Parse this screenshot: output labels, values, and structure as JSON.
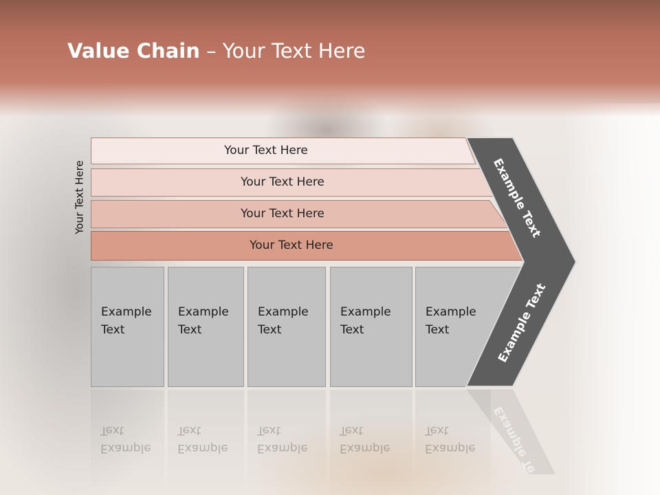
{
  "slide": {
    "title_bold": "Value Chain",
    "title_rest": " – Your Text Here",
    "side_label": "Your Text Here"
  },
  "bars": [
    {
      "label": "Your Text Here"
    },
    {
      "label": "Your Text Here"
    },
    {
      "label": "Your Text Here"
    },
    {
      "label": "Your Text Here"
    }
  ],
  "boxes": [
    {
      "line1": "Example",
      "line2": "Text"
    },
    {
      "line1": "Example",
      "line2": "Text"
    },
    {
      "line1": "Example",
      "line2": "Text"
    },
    {
      "line1": "Example",
      "line2": "Text"
    },
    {
      "line1": "Example",
      "line2": "Text"
    }
  ],
  "chevron": {
    "top_label": "Example Text",
    "bottom_label": "Example Text",
    "reflection_label": "Example Te",
    "color": "#5e5e5e"
  },
  "colors": {
    "header": "#c47e6b",
    "bar1": "#f6e9e5",
    "bar2": "#eed5cd",
    "bar3": "#e5bdb1",
    "bar4": "#d89c88",
    "box": "#c2c2c2"
  }
}
